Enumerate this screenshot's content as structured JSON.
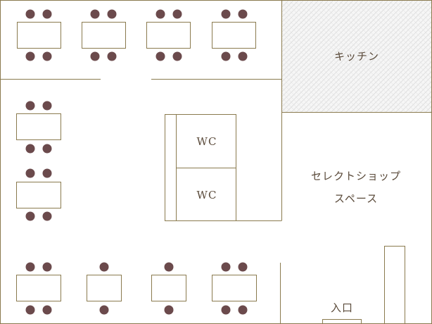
{
  "labels": {
    "kitchen": "キッチン",
    "wc_upper": "WC",
    "wc_lower": "WC",
    "shop_line1": "セレクトショップ",
    "shop_line2": "スペース",
    "entrance": "入口"
  },
  "colors": {
    "wall": "#8a7a4e",
    "chair": "#6b4a4c",
    "hatch": "#d6d6d6",
    "text": "#5a4a3a"
  }
}
